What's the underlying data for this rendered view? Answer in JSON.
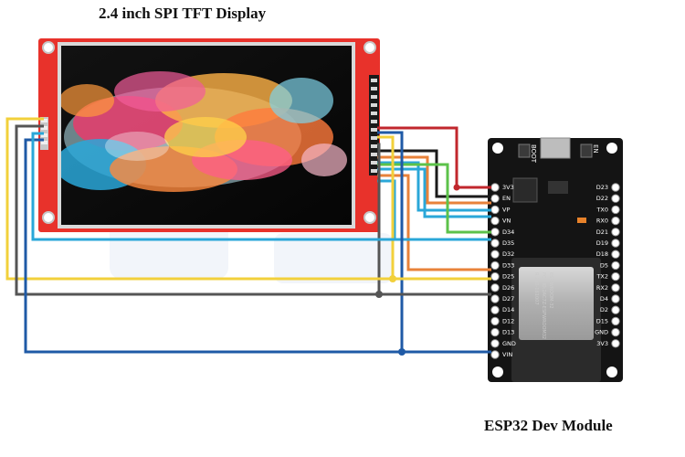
{
  "labels": {
    "display_title": "2.4 inch SPI TFT Display",
    "module_title": "ESP32 Dev Module"
  },
  "esp32": {
    "buttons": [
      "BOOT",
      "EN"
    ],
    "left_pins": [
      "3V3",
      "EN",
      "VP",
      "VN",
      "D34",
      "D35",
      "D32",
      "D33",
      "D25",
      "D26",
      "D27",
      "D14",
      "D12",
      "D13",
      "GND",
      "VIN"
    ],
    "right_pins": [
      "D23",
      "D22",
      "TX0",
      "RX0",
      "D21",
      "D19",
      "D18",
      "D5",
      "TX2",
      "RX2",
      "D4",
      "D2",
      "D15",
      "GND",
      "3V3"
    ],
    "chip_lines": [
      "ESP-WROOM-32",
      "FCC ID:2AC7Z-ESPWROOM32",
      "R 211-161007"
    ]
  },
  "colors": {
    "red_wire": "#c1272d",
    "black_wire": "#1a1a1a",
    "orange_wire": "#e8823a",
    "cyan_wire": "#2aa7d8",
    "green_wire": "#5cc24a",
    "yellow_wire": "#f2d03b",
    "gray_wire": "#555555",
    "blue_wire": "#1f5aa6",
    "pcb_red": "#e8322b",
    "board_black": "#141414"
  }
}
